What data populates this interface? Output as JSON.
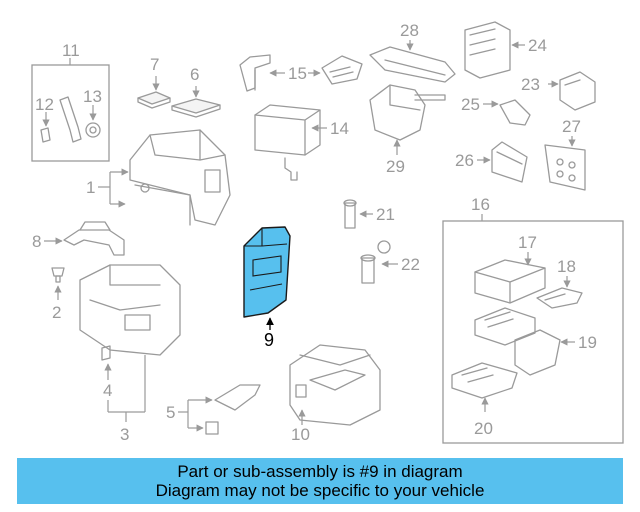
{
  "callouts": {
    "c1": "1",
    "c2": "2",
    "c3": "3",
    "c4": "4",
    "c5": "5",
    "c6": "6",
    "c7": "7",
    "c8": "8",
    "c9": "9",
    "c10": "10",
    "c11": "11",
    "c12": "12",
    "c13": "13",
    "c14": "14",
    "c15": "15",
    "c16": "16",
    "c17": "17",
    "c18": "18",
    "c19": "19",
    "c20": "20",
    "c21": "21",
    "c22": "22",
    "c23": "23",
    "c24": "24",
    "c25": "25",
    "c26": "26",
    "c27": "27",
    "c28": "28",
    "c29": "29"
  },
  "highlight": {
    "part_number": "9",
    "color": "#57c0ee"
  },
  "banner": {
    "line1": "Part or sub-assembly is #9 in diagram",
    "line2": "Diagram may not be specific to your vehicle",
    "color": "#57c0ee"
  }
}
